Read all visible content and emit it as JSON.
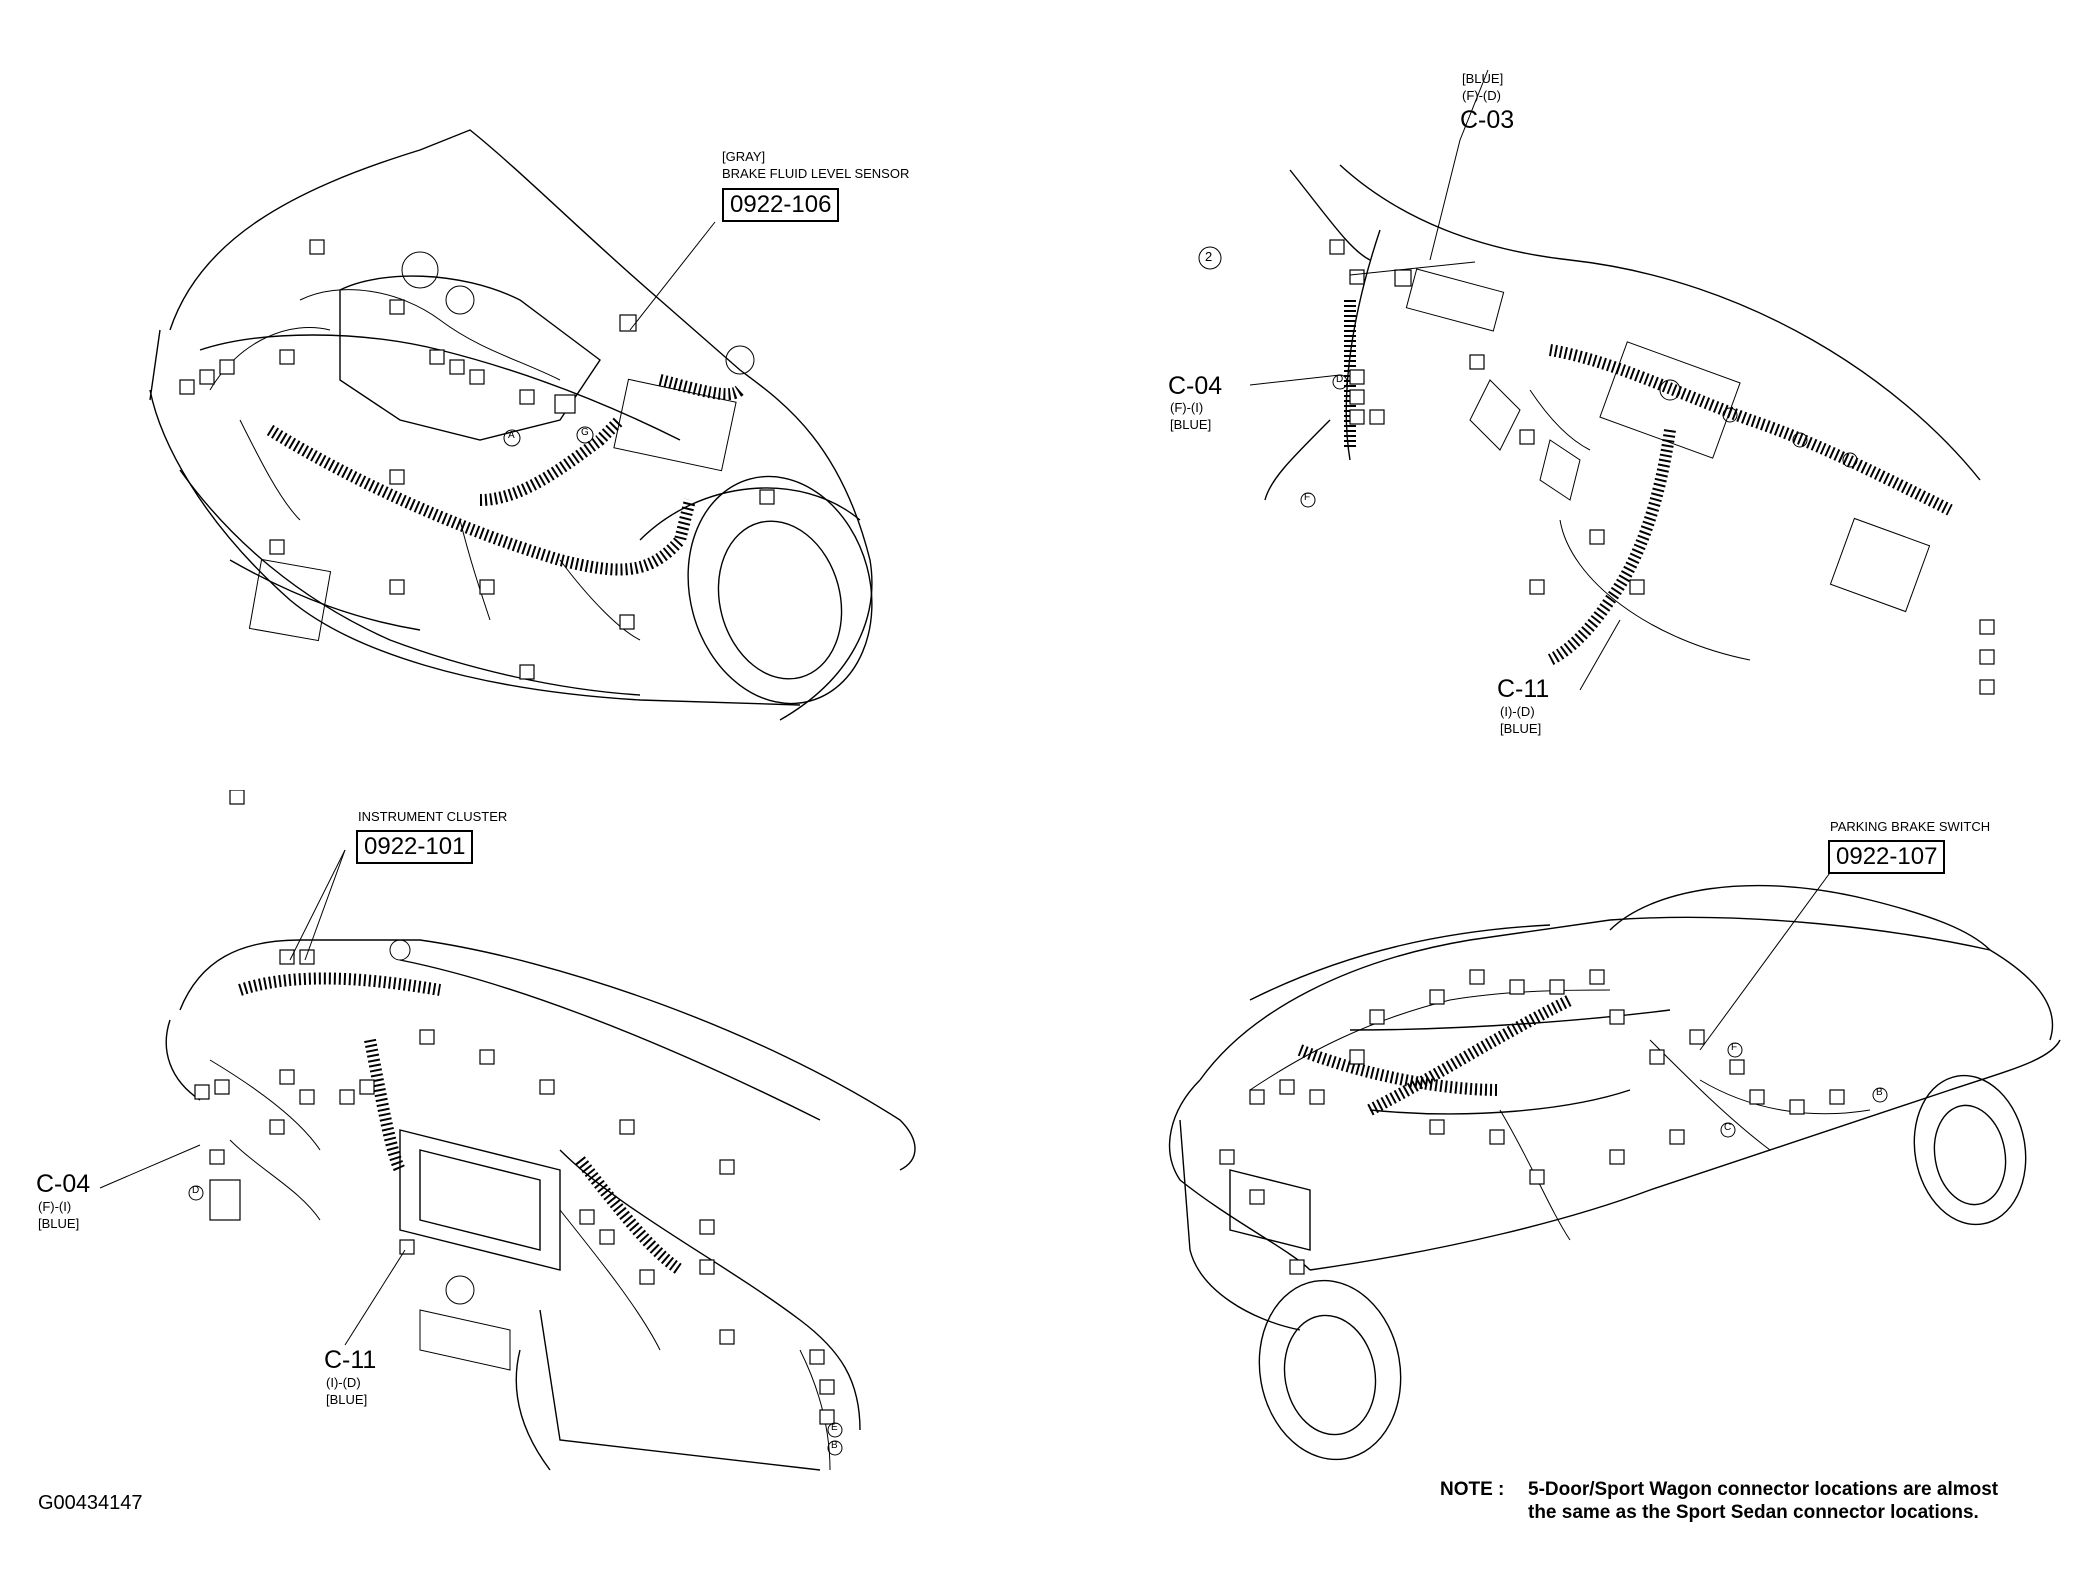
{
  "figure_id": "G00434147",
  "note": {
    "prefix": "NOTE :",
    "line1": "5-Door/Sport Wagon connector locations are almost",
    "line2": "the same as the Sport Sedan connector locations."
  },
  "panels": {
    "engine": {
      "color_tag": "[GRAY]",
      "component": "BRAKE FLUID LEVEL SENSOR",
      "code": "0922-106",
      "markers": [
        "A",
        "G"
      ]
    },
    "dash_left": {
      "marker": "2",
      "connectors": [
        {
          "id": "C-03",
          "pins": "(F)-(D)",
          "color": "[BLUE]"
        },
        {
          "id": "C-04",
          "pins": "(F)-(I)",
          "color": "[BLUE]"
        },
        {
          "id": "C-11",
          "pins": "(I)-(D)",
          "color": "[BLUE]"
        }
      ],
      "markers": [
        "D",
        "F"
      ]
    },
    "instrument": {
      "component": "INSTRUMENT CLUSTER",
      "code": "0922-101",
      "connectors": [
        {
          "id": "C-04",
          "pins": "(F)-(I)",
          "color": "[BLUE]"
        },
        {
          "id": "C-11",
          "pins": "(I)-(D)",
          "color": "[BLUE]"
        }
      ],
      "markers": [
        "D",
        "E",
        "B"
      ]
    },
    "body": {
      "component": "PARKING BRAKE SWITCH",
      "code": "0922-107",
      "markers": [
        "F",
        "C",
        "B"
      ]
    }
  }
}
